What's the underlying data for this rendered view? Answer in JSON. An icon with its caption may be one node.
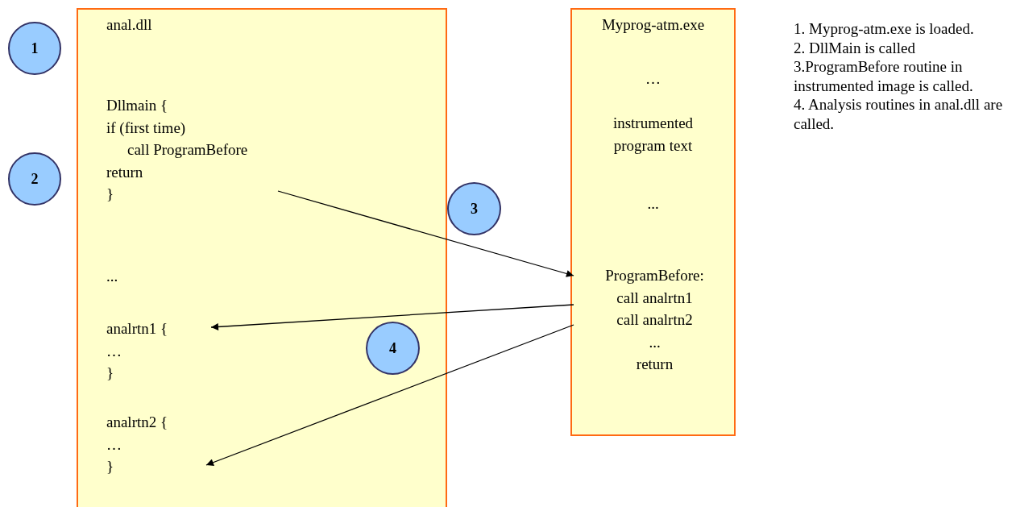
{
  "diagram": {
    "nodes": [
      {
        "text": [
          "anal.dll",
          "..."
        ]
      },
      {
        "text": [
          "Dllmain {",
          "if (first time)",
          "call ProgramBefore",
          "return",
          "}"
        ],
        "in": 0
      },
      {
        "text": [
          "analrtn1 {",
          "…",
          "}"
        ],
        "in": 0
      },
      {
        "text": [
          "analrtn2 {",
          "…",
          "}"
        ],
        "in": 0
      },
      {
        "text": [
          "Myprog-atm.exe",
          "…",
          "instrumented program text",
          "..."
        ]
      },
      {
        "text": [
          "ProgramBefore:",
          "call analrtn1",
          "call analrtn2",
          "...",
          "return"
        ],
        "in": 4
      },
      {
        "text": [
          "1"
        ]
      },
      {
        "text": [
          "2"
        ]
      },
      {
        "text": [
          "3"
        ]
      },
      {
        "text": [
          "4"
        ],
        "in": 0
      }
    ],
    "edges": [
      {
        "from": 1,
        "to": 5,
        "arrow": "to"
      },
      {
        "from": 5,
        "to": 2,
        "arrow": "to"
      },
      {
        "from": 5,
        "to": 3,
        "arrow": "to"
      }
    ],
    "labels": [
      "1. Myprog-atm.exe is loaded.",
      "2. DllMain is called",
      "3.ProgramBefore routine in instrumented image is called.",
      "4. Analysis routines in anal.dll are called."
    ]
  }
}
